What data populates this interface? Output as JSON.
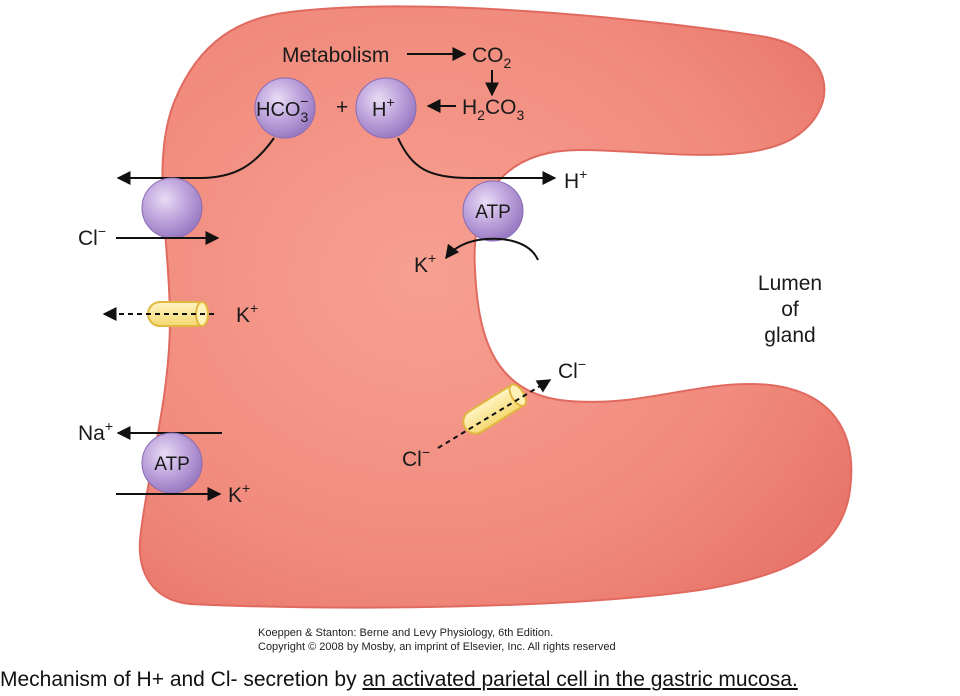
{
  "diagram": {
    "metabolism": "Metabolism",
    "co2": "CO",
    "co2_sub": "2",
    "hco3": "HCO",
    "hco3_sub": "3",
    "hco3_sup": "−",
    "plus": "+",
    "h": "H",
    "h_sup": "+",
    "h2co3_a": "H",
    "h2co3_sub1": "2",
    "h2co3_b": "CO",
    "h2co3_sub2": "3",
    "h_out": "H",
    "h_out_sup": "+",
    "atp_top": "ATP",
    "k_apical": "K",
    "k_apical_sup": "+",
    "cl_left": "Cl",
    "cl_left_sup": "−",
    "k_channel": "K",
    "k_channel_sup": "+",
    "lumen_line1": "Lumen",
    "lumen_line2": "of",
    "lumen_line3": "gland",
    "cl_out": "Cl",
    "cl_out_sup": "−",
    "cl_in": "Cl",
    "cl_in_sup": "−",
    "na": "Na",
    "na_sup": "+",
    "atp_bottom": "ATP",
    "k_bottom": "K",
    "k_bottom_sup": "+"
  },
  "credit": {
    "line1": "Koeppen & Stanton: Berne and Levy Physiology, 6th Edition.",
    "line2": "Copyright © 2008 by Mosby, an imprint of Elsevier, Inc. All rights reserved"
  },
  "caption": {
    "plain": "Mechanism of H+ and Cl- secretion by ",
    "underlined": "an activated parietal cell in the gastric mucosa."
  },
  "colors": {
    "cell_fill": "#ef7e72",
    "cell_stroke": "#e06a60",
    "transporter": "#b89ad6",
    "channel": "#fbe59a"
  }
}
